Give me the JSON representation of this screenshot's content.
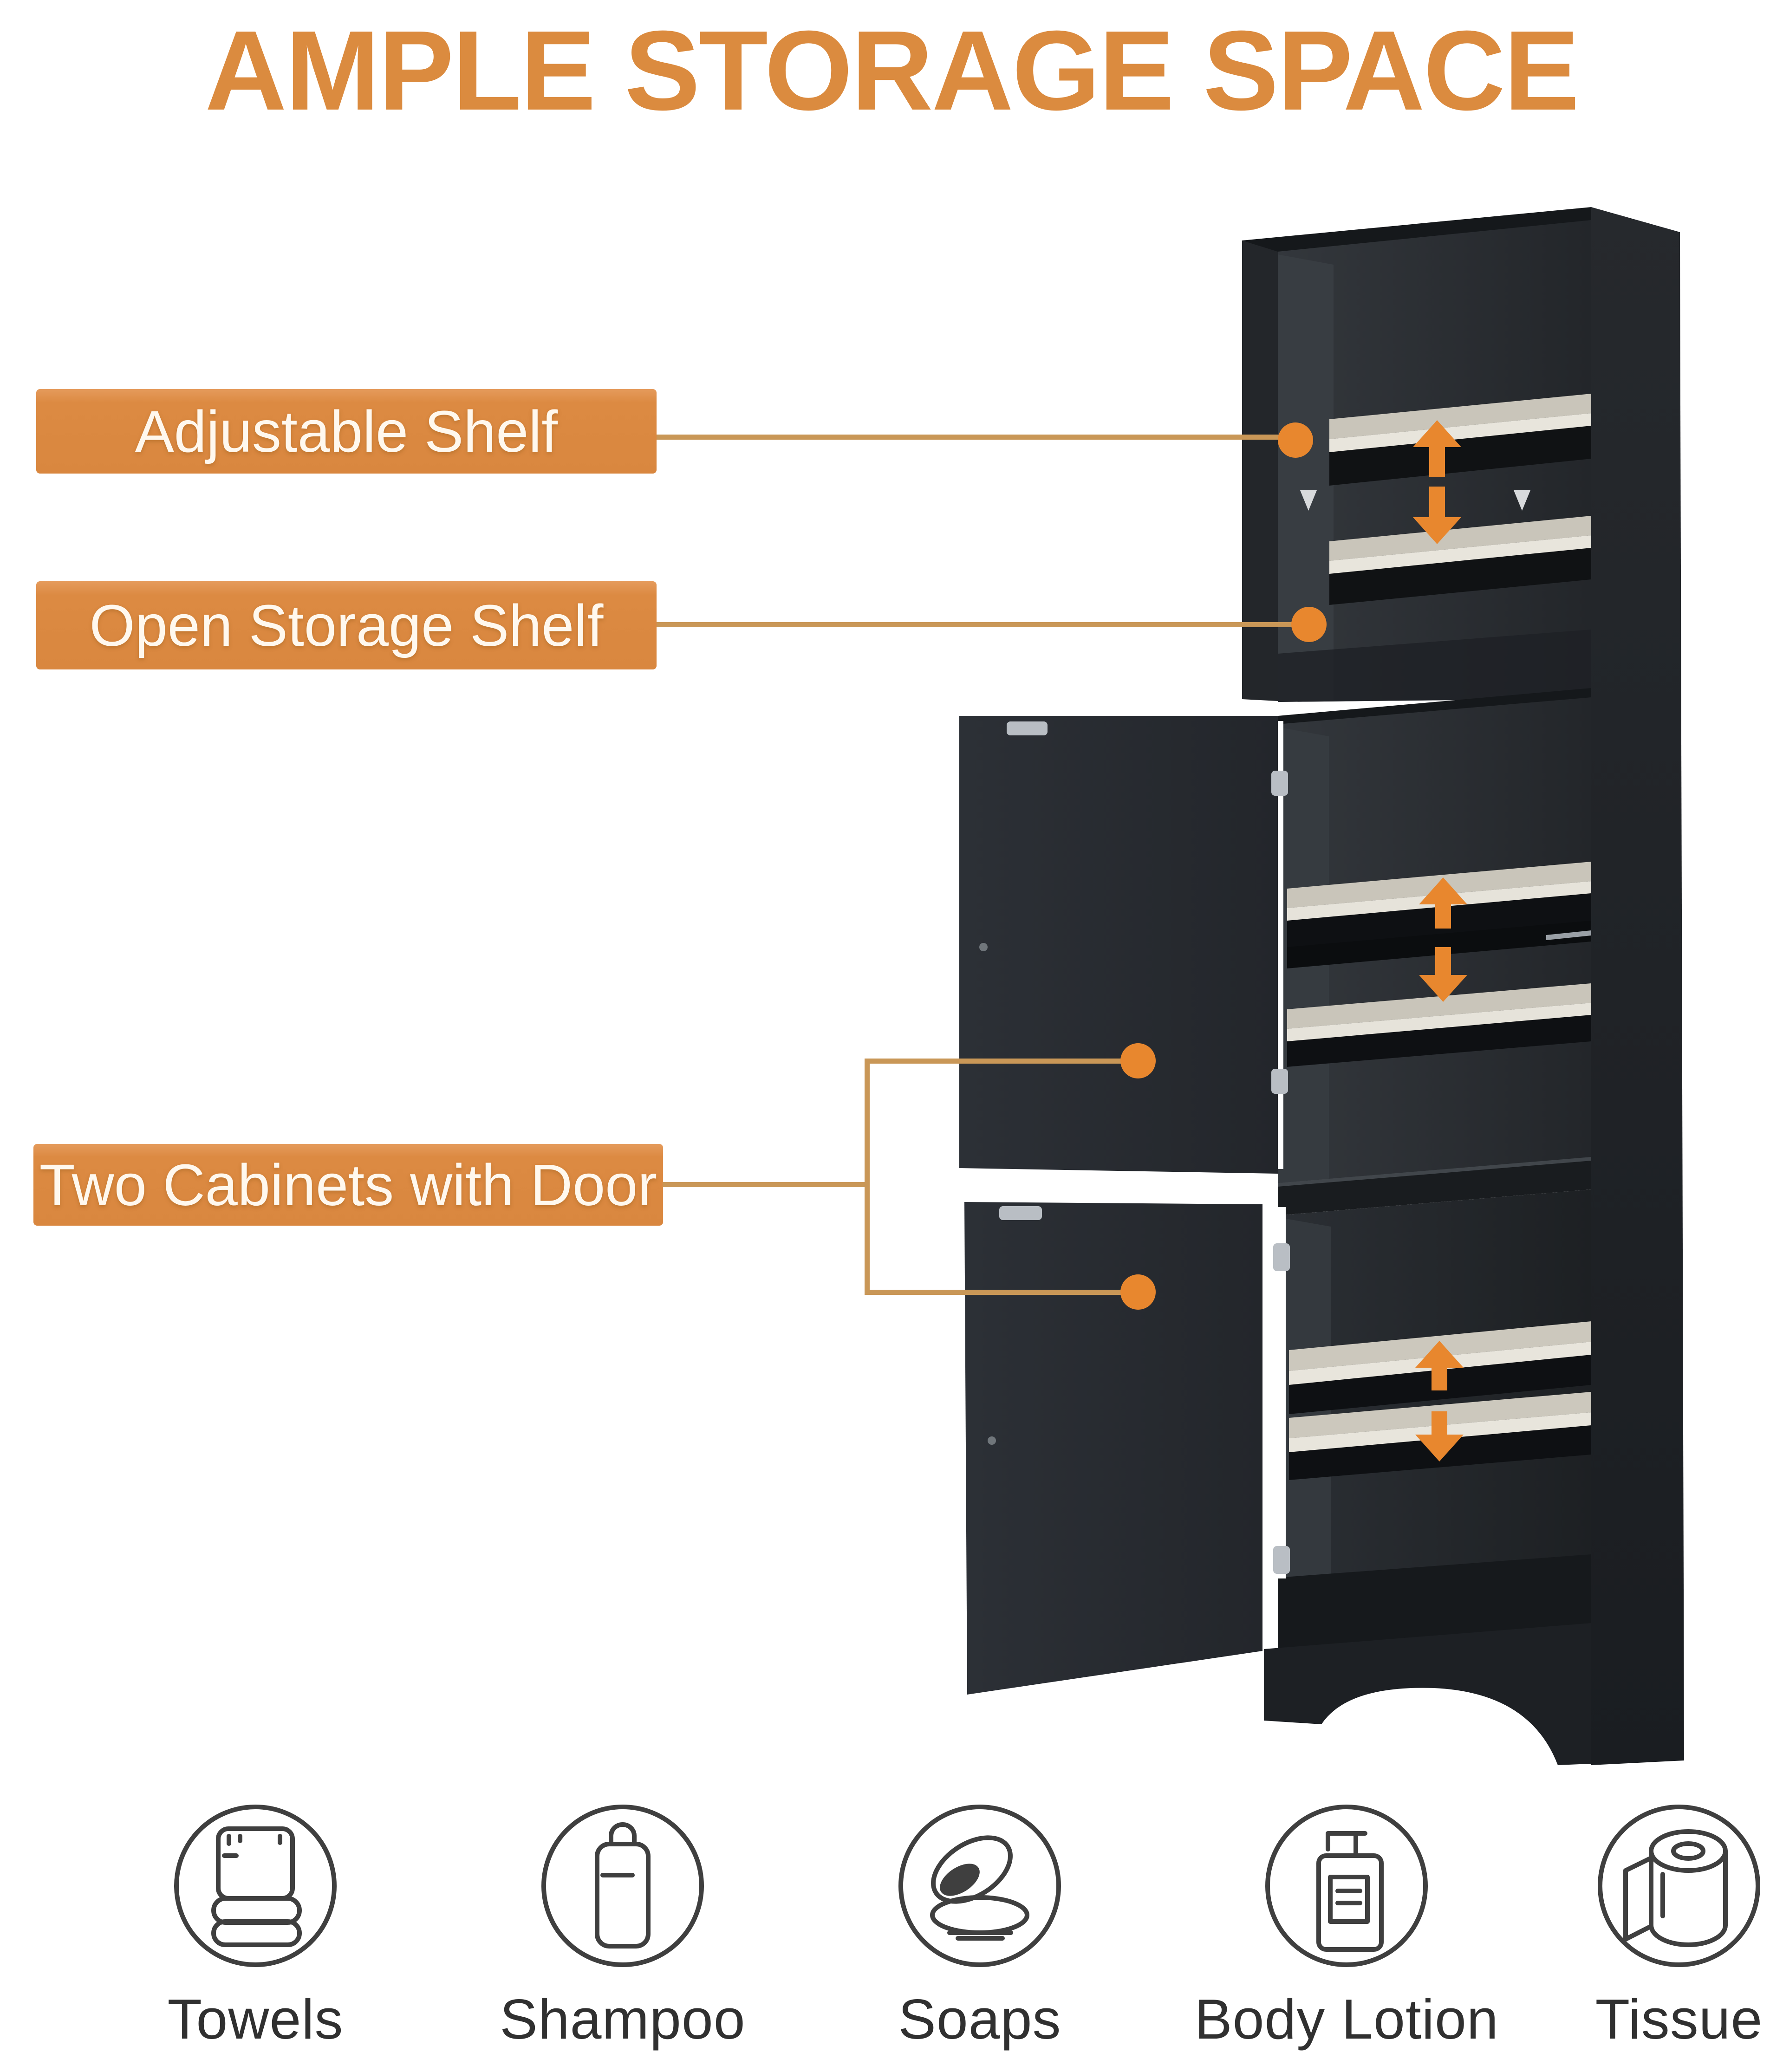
{
  "title": "AMPLE STORAGE SPACE",
  "callouts": [
    {
      "id": "adjustable-shelf",
      "label": "Adjustable Shelf"
    },
    {
      "id": "open-storage-shelf",
      "label": "Open Storage Shelf"
    },
    {
      "id": "two-cabinets-with-door",
      "label": "Two Cabinets with Door"
    }
  ],
  "features": [
    {
      "icon": "towels-icon",
      "label": "Towels"
    },
    {
      "icon": "shampoo-icon",
      "label": "Shampoo"
    },
    {
      "icon": "soaps-icon",
      "label": "Soaps"
    },
    {
      "icon": "body-lotion-icon",
      "label": "Body Lotion"
    },
    {
      "icon": "tissue-icon",
      "label": "Tissue"
    }
  ],
  "colors": {
    "title_orange": "#DB8B3F",
    "callout_bg": "#DC8A42",
    "callout_text": "#FFF8EE",
    "leader_line": "#C99757",
    "marker_dot": "#E8872E",
    "arrow": "#E8872E",
    "cabinet_body": "#24282C",
    "shelf_light": "#C9C5BA",
    "shelf_edge": "#E8E5DC",
    "icon_stroke": "#3F3F3F",
    "icon_label_text": "#303030"
  }
}
